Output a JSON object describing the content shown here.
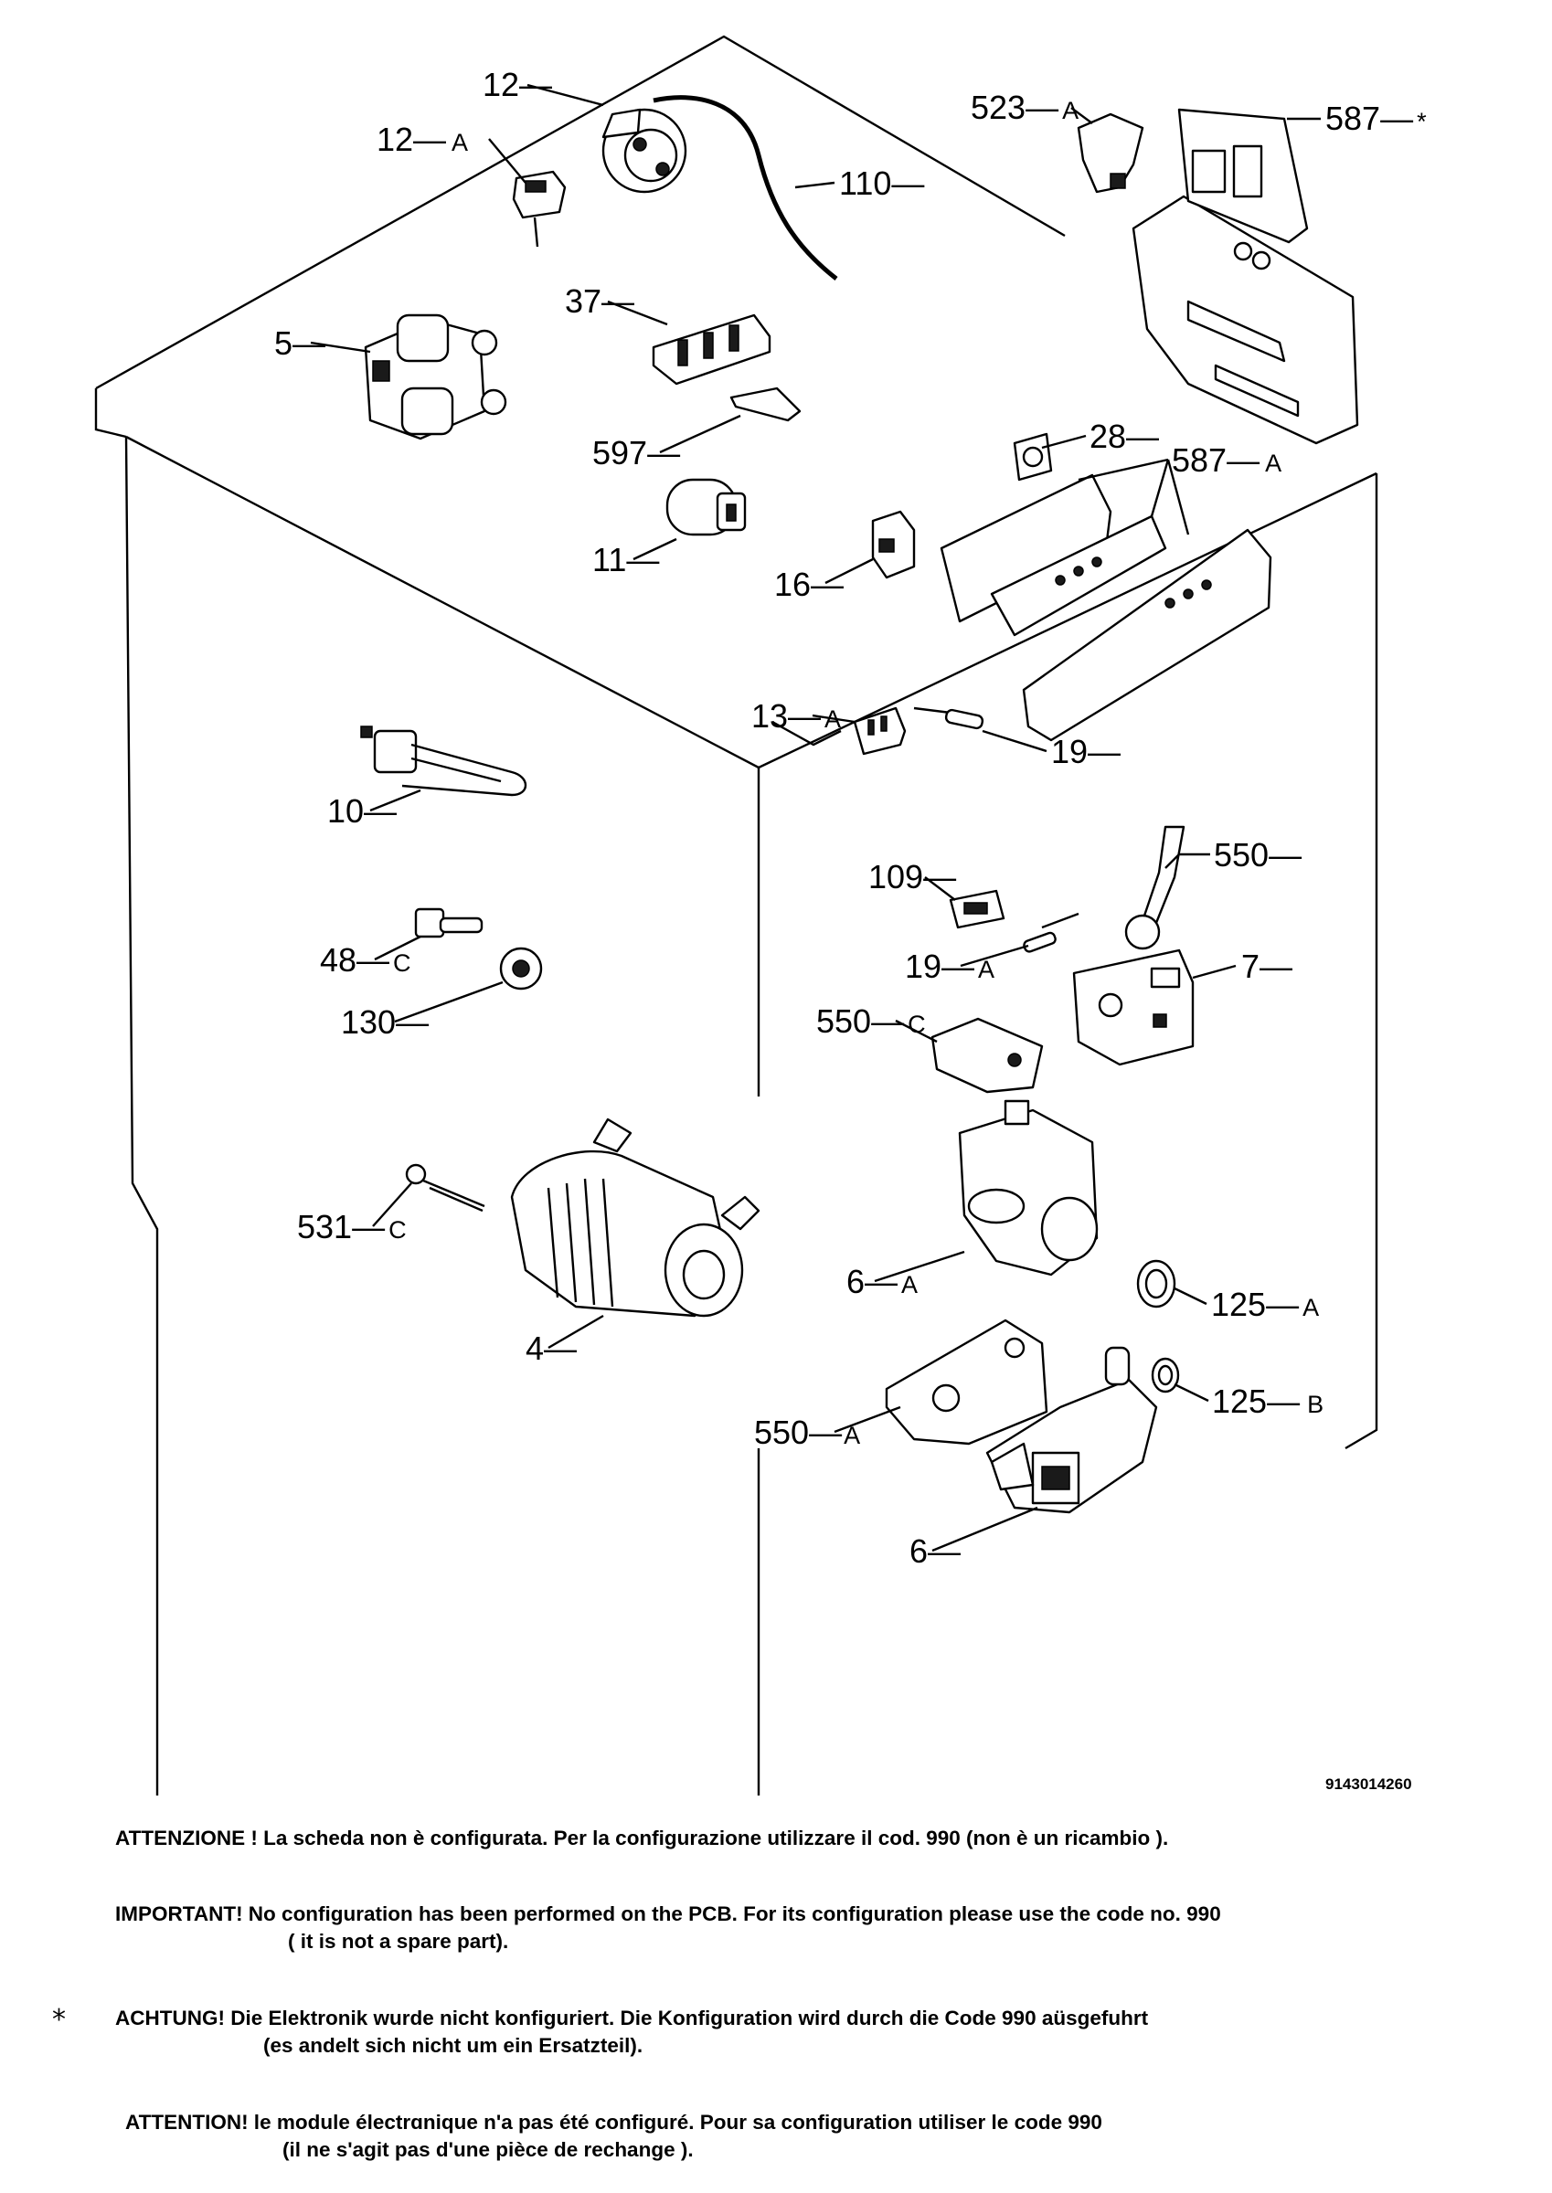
{
  "drawing_code": "9143014260",
  "parts": [
    {
      "id": "p12",
      "num": "12",
      "sfx": ""
    },
    {
      "id": "p12a",
      "num": "12",
      "sfx": "A"
    },
    {
      "id": "p110",
      "num": "110",
      "sfx": ""
    },
    {
      "id": "p5",
      "num": "5",
      "sfx": ""
    },
    {
      "id": "p37",
      "num": "37",
      "sfx": ""
    },
    {
      "id": "p597",
      "num": "597",
      "sfx": ""
    },
    {
      "id": "p11",
      "num": "11",
      "sfx": ""
    },
    {
      "id": "p523a",
      "num": "523",
      "sfx": "A"
    },
    {
      "id": "p587s",
      "num": "587",
      "sfx": "*"
    },
    {
      "id": "p28",
      "num": "28",
      "sfx": ""
    },
    {
      "id": "p587a",
      "num": "587",
      "sfx": "A"
    },
    {
      "id": "p16",
      "num": "16",
      "sfx": ""
    },
    {
      "id": "p13a",
      "num": "13",
      "sfx": "A"
    },
    {
      "id": "p19",
      "num": "19",
      "sfx": ""
    },
    {
      "id": "p10",
      "num": "10",
      "sfx": ""
    },
    {
      "id": "p109",
      "num": "109",
      "sfx": ""
    },
    {
      "id": "p550",
      "num": "550",
      "sfx": ""
    },
    {
      "id": "p19a",
      "num": "19",
      "sfx": "A"
    },
    {
      "id": "p7",
      "num": "7",
      "sfx": ""
    },
    {
      "id": "p48c",
      "num": "48",
      "sfx": "C"
    },
    {
      "id": "p130",
      "num": "130",
      "sfx": ""
    },
    {
      "id": "p550c",
      "num": "550",
      "sfx": "C"
    },
    {
      "id": "p531c",
      "num": "531",
      "sfx": "C"
    },
    {
      "id": "p6a",
      "num": "6",
      "sfx": "A"
    },
    {
      "id": "p125a",
      "num": "125",
      "sfx": "A"
    },
    {
      "id": "p4",
      "num": "4",
      "sfx": ""
    },
    {
      "id": "p125b",
      "num": "125",
      "sfx": "B"
    },
    {
      "id": "p550a",
      "num": "550",
      "sfx": "A"
    },
    {
      "id": "p6",
      "num": "6",
      "sfx": ""
    }
  ],
  "notes": {
    "it": {
      "line1": "ATTENZIONE ! La scheda non è  configurata. Per la configurazione utilizzare il cod. 990 (non è un ricambio ).",
      "line2": ""
    },
    "en": {
      "line1": "IMPORTANT! No configuration has been performed on the PCB. For its configuration please use the code no. 990",
      "line2": "( it is not a spare part)."
    },
    "de": {
      "marker": "*",
      "line1": "ACHTUNG! Die Elektronik wurde nicht konfiguriert. Die Konfiguration wird durch die Code 990 aüsgefuhrt",
      "line2": "(es andelt sich nicht um ein Ersatzteil)."
    },
    "fr": {
      "line1": "ATTENTION! le module électrɑnique n'a pas été configuré. Pour  sa configuration utiliser le code 990",
      "line2": "(il ne s'agit pas d'une pièce de rechange )."
    }
  }
}
